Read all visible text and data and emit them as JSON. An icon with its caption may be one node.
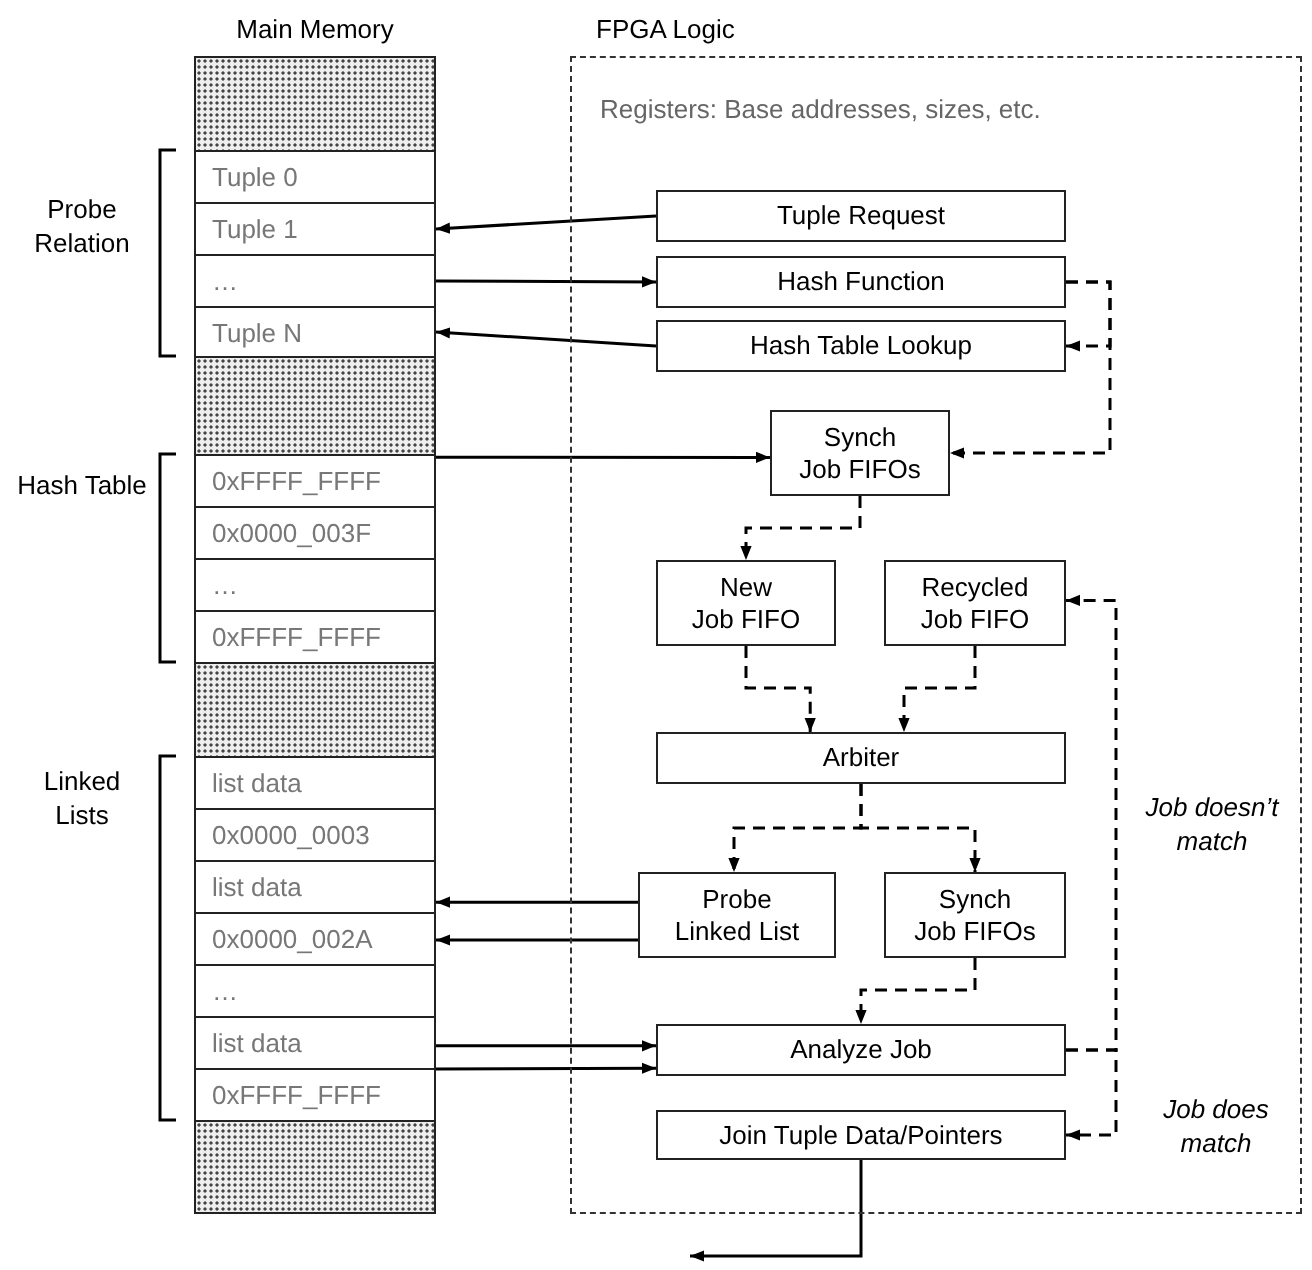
{
  "diagram": {
    "nodes": [
      {
        "text": [
          "Main Memory"
        ]
      },
      {
        "text": [],
        "shape": "box",
        "in": 0
      },
      {
        "text": [
          "Tuple 0"
        ],
        "in": 0
      },
      {
        "text": [
          "Tuple 1"
        ],
        "in": 0
      },
      {
        "text": [
          "…"
        ],
        "in": 0
      },
      {
        "text": [
          "Tuple N"
        ],
        "in": 0
      },
      {
        "text": [],
        "shape": "box",
        "in": 0
      },
      {
        "text": [
          "0xFFFF_FFFF"
        ],
        "in": 0
      },
      {
        "text": [
          "0x0000_003F"
        ],
        "in": 0
      },
      {
        "text": [
          "…"
        ],
        "in": 0
      },
      {
        "text": [
          "0xFFFF_FFFF"
        ],
        "in": 0
      },
      {
        "text": [],
        "shape": "box",
        "in": 0
      },
      {
        "text": [
          "list data"
        ],
        "in": 0
      },
      {
        "text": [
          "0x0000_0003"
        ],
        "in": 0
      },
      {
        "text": [
          "list data"
        ],
        "in": 0
      },
      {
        "text": [
          "0x0000_002A"
        ],
        "in": 0
      },
      {
        "text": [
          "…"
        ],
        "in": 0
      },
      {
        "text": [
          "list data"
        ],
        "in": 0
      },
      {
        "text": [
          "0xFFFF_FFFF"
        ],
        "in": 0
      },
      {
        "text": [],
        "shape": "box",
        "in": 0
      },
      {
        "text": [
          "FPGA Logic"
        ]
      },
      {
        "text": [
          "Tuple Request"
        ],
        "in": 20
      },
      {
        "text": [
          "Hash Function"
        ],
        "in": 20
      },
      {
        "text": [
          "Hash Table Lookup"
        ],
        "in": 20
      },
      {
        "text": [
          "Synch Job FIFOs"
        ],
        "in": 20
      },
      {
        "text": [
          "New Job FIFO"
        ],
        "in": 20
      },
      {
        "text": [
          "Recycled Job FIFO"
        ],
        "in": 20
      },
      {
        "text": [
          "Arbiter"
        ],
        "in": 20
      },
      {
        "text": [
          "Probe Linked List"
        ],
        "in": 20
      },
      {
        "text": [
          "Synch Job FIFOs"
        ],
        "in": 20
      },
      {
        "text": [
          "Analyze Job"
        ],
        "in": 20
      },
      {
        "text": [
          "Join Tuple Data/Pointers"
        ],
        "in": 20
      }
    ],
    "edges": [
      {
        "from": 21,
        "to": 3,
        "arrow": "to"
      },
      {
        "from": 4,
        "to": 22,
        "arrow": "to"
      },
      {
        "from": 23,
        "to": 5,
        "arrow": "to"
      },
      {
        "from": 22,
        "to": 23,
        "arrow": "to",
        "style": "dashed"
      },
      {
        "from": 22,
        "to": 24,
        "arrow": "to",
        "style": "dashed"
      },
      {
        "from": 7,
        "to": 24,
        "arrow": "to"
      },
      {
        "from": 24,
        "to": 25,
        "arrow": "to",
        "style": "dashed"
      },
      {
        "from": 25,
        "to": 27,
        "arrow": "to",
        "style": "dashed"
      },
      {
        "from": 26,
        "to": 27,
        "arrow": "to",
        "style": "dashed"
      },
      {
        "from": 27,
        "to": 28,
        "arrow": "to",
        "style": "dashed"
      },
      {
        "from": 27,
        "to": 29,
        "arrow": "to",
        "style": "dashed"
      },
      {
        "from": 28,
        "to": 14,
        "arrow": "to"
      },
      {
        "from": 28,
        "to": 15,
        "arrow": "to"
      },
      {
        "from": 29,
        "to": 30,
        "arrow": "to",
        "style": "dashed"
      },
      {
        "from": 17,
        "to": 30,
        "arrow": "to"
      },
      {
        "from": 18,
        "to": 30,
        "arrow": "to"
      },
      {
        "from": 30,
        "to": 26,
        "arrow": "to",
        "style": "dashed",
        "label": "Job doesn’t match"
      },
      {
        "from": 30,
        "to": 31,
        "arrow": "to",
        "style": "dashed",
        "label": "Job does match"
      },
      {
        "from": 31,
        "to": null,
        "arrow": "to"
      }
    ],
    "labels": [
      "Registers: Base addresses, sizes, etc.",
      "Probe Relation",
      "Hash Table",
      "Linked Lists"
    ]
  }
}
